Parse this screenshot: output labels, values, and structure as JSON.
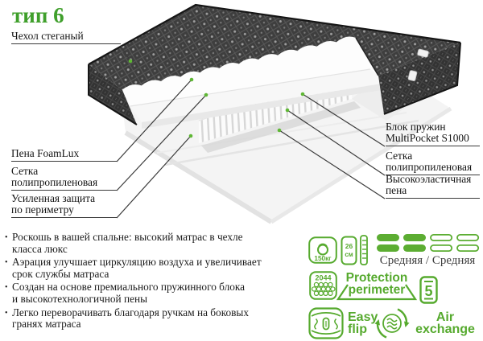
{
  "title": "тип 6",
  "colors": {
    "accent_green": "#56aa2e",
    "title_green": "#3f9f2b",
    "text": "#1b1b1b",
    "cover_dark": "#3e3e3e"
  },
  "bullet_char": "•",
  "callouts": {
    "left": [
      {
        "text": "Чехол стеганый"
      },
      {
        "text": "Пена FoamLux"
      },
      {
        "text": "Сетка\nполипропиленовая"
      },
      {
        "text": "Усиленная защита\nпо периметру"
      }
    ],
    "right": [
      {
        "text": "Блок пружин\nMultiPocket S1000"
      },
      {
        "text": "Сетка\nполипропиленовая"
      },
      {
        "text": "Высокоэластичная\nпена"
      }
    ]
  },
  "bullets": [
    "Роскошь в вашей спальне: высокий матрас в чехле\nкласса люкс",
    "Аэрация улучшает циркуляцию воздуха и увеличивает\nсрок службы матраса",
    "Создан на основе премиального пружинного блока\nи высокотехнологичной пены",
    "Легко переворачивать благодаря ручкам на боковых\nгранях матраса"
  ],
  "specs": {
    "max_load": "150кг",
    "height_value": "26",
    "height_unit": "см",
    "firmness": "Средняя / Средняя",
    "springs_count": "2044",
    "protection_word1": "Protection",
    "protection_word2": "perimeter",
    "warranty_years": "5",
    "flip_word1": "Easy",
    "flip_word2": "flip",
    "air_word1": "Air",
    "air_word2": "exchange"
  }
}
